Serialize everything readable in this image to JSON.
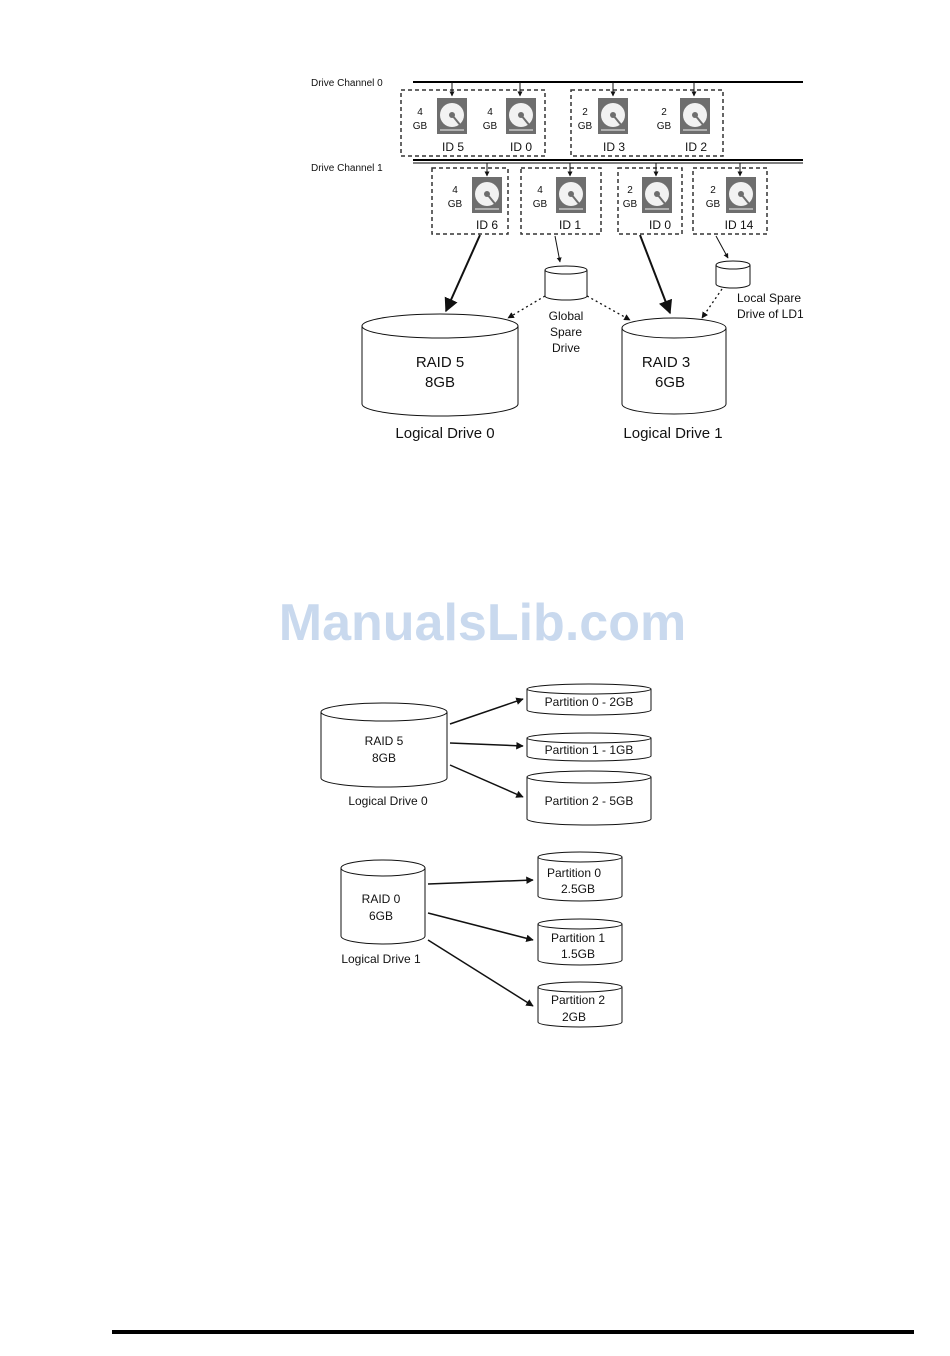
{
  "diagram1": {
    "channel0_label": "Drive Channel 0",
    "channel1_label": "Drive Channel 1",
    "drives": [
      {
        "size": "4",
        "unit": "GB",
        "id": "ID 5"
      },
      {
        "size": "4",
        "unit": "GB",
        "id": "ID 0"
      },
      {
        "size": "2",
        "unit": "GB",
        "id": "ID 3"
      },
      {
        "size": "2",
        "unit": "GB",
        "id": "ID 2"
      },
      {
        "size": "4",
        "unit": "GB",
        "id": "ID 6"
      },
      {
        "size": "4",
        "unit": "GB",
        "id": "ID 1"
      },
      {
        "size": "2",
        "unit": "GB",
        "id": "ID 0"
      },
      {
        "size": "2",
        "unit": "GB",
        "id": "ID 14"
      }
    ],
    "global_spare": [
      "Global",
      "Spare",
      "Drive"
    ],
    "local_spare": [
      "Local Spare",
      "Drive of LD1"
    ],
    "ld0": {
      "raid": "RAID 5",
      "size": "8GB",
      "name": "Logical Drive 0"
    },
    "ld1": {
      "raid": "RAID 3",
      "size": "6GB",
      "name": "Logical Drive 1"
    }
  },
  "watermark": "ManualsLib.com",
  "diagram2": {
    "ld0": {
      "raid": "RAID 5",
      "size": "8GB",
      "name": "Logical Drive 0"
    },
    "ld0_partitions": [
      "Partition 0 - 2GB",
      "Partition 1 - 1GB",
      "Partition 2 - 5GB"
    ],
    "ld1": {
      "raid": "RAID 0",
      "size": "6GB",
      "name": "Logical Drive 1"
    },
    "ld1_partitions": [
      {
        "name": "Partition 0",
        "size": "2.5GB"
      },
      {
        "name": "Partition 1",
        "size": "1.5GB"
      },
      {
        "name": "Partition 2",
        "size": "2GB"
      }
    ]
  }
}
